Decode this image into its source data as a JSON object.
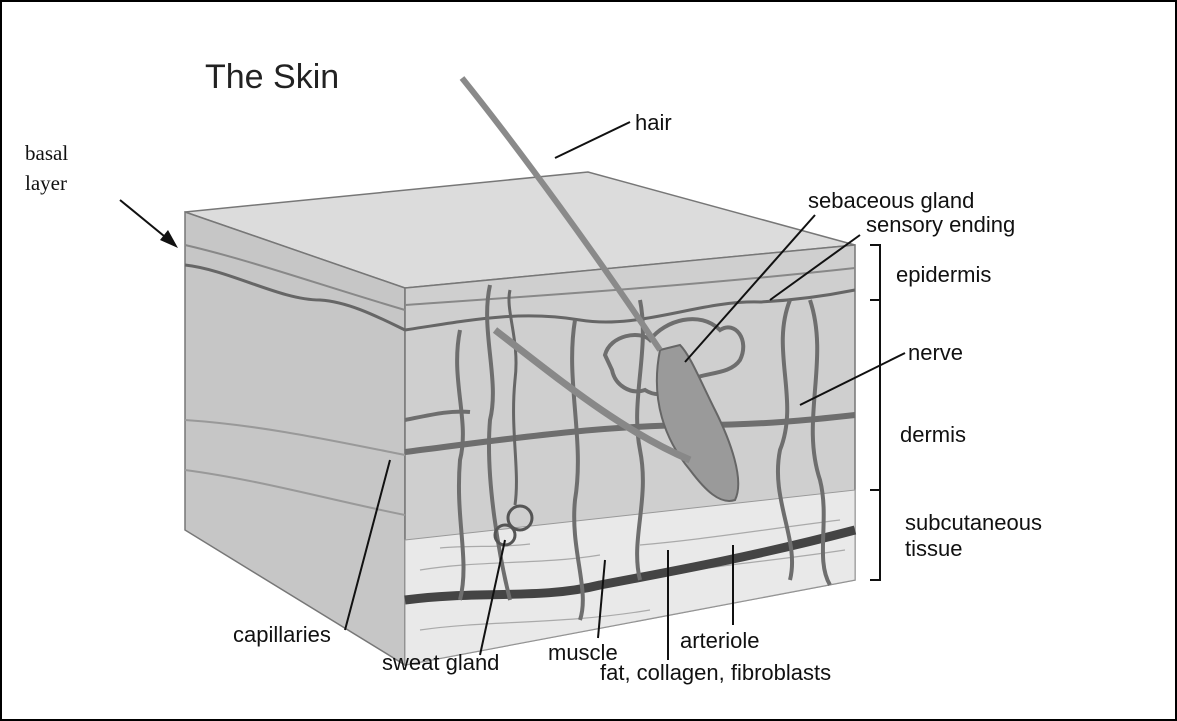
{
  "title": "The Skin",
  "labels": {
    "basal_line1": "basal",
    "basal_line2": "layer",
    "hair": "hair",
    "sebaceous_gland": "sebaceous gland",
    "sensory_ending": "sensory ending",
    "epidermis": "epidermis",
    "nerve": "nerve",
    "dermis": "dermis",
    "subcutaneous_line1": "subcutaneous",
    "subcutaneous_line2": "tissue",
    "capillaries": "capillaries",
    "sweat_gland": "sweat gland",
    "muscle": "muscle",
    "arteriole": "arteriole",
    "fat_collagen": "fat, collagen, fibroblasts"
  },
  "colors": {
    "skin_front": "#cfcfcf",
    "skin_side": "#bdbdbd",
    "skin_top": "#dcdcdc",
    "fat_layer": "#e6e6e6",
    "vessel": "#6e6e6e",
    "hair": "#8a8a8a",
    "line": "#111111"
  }
}
